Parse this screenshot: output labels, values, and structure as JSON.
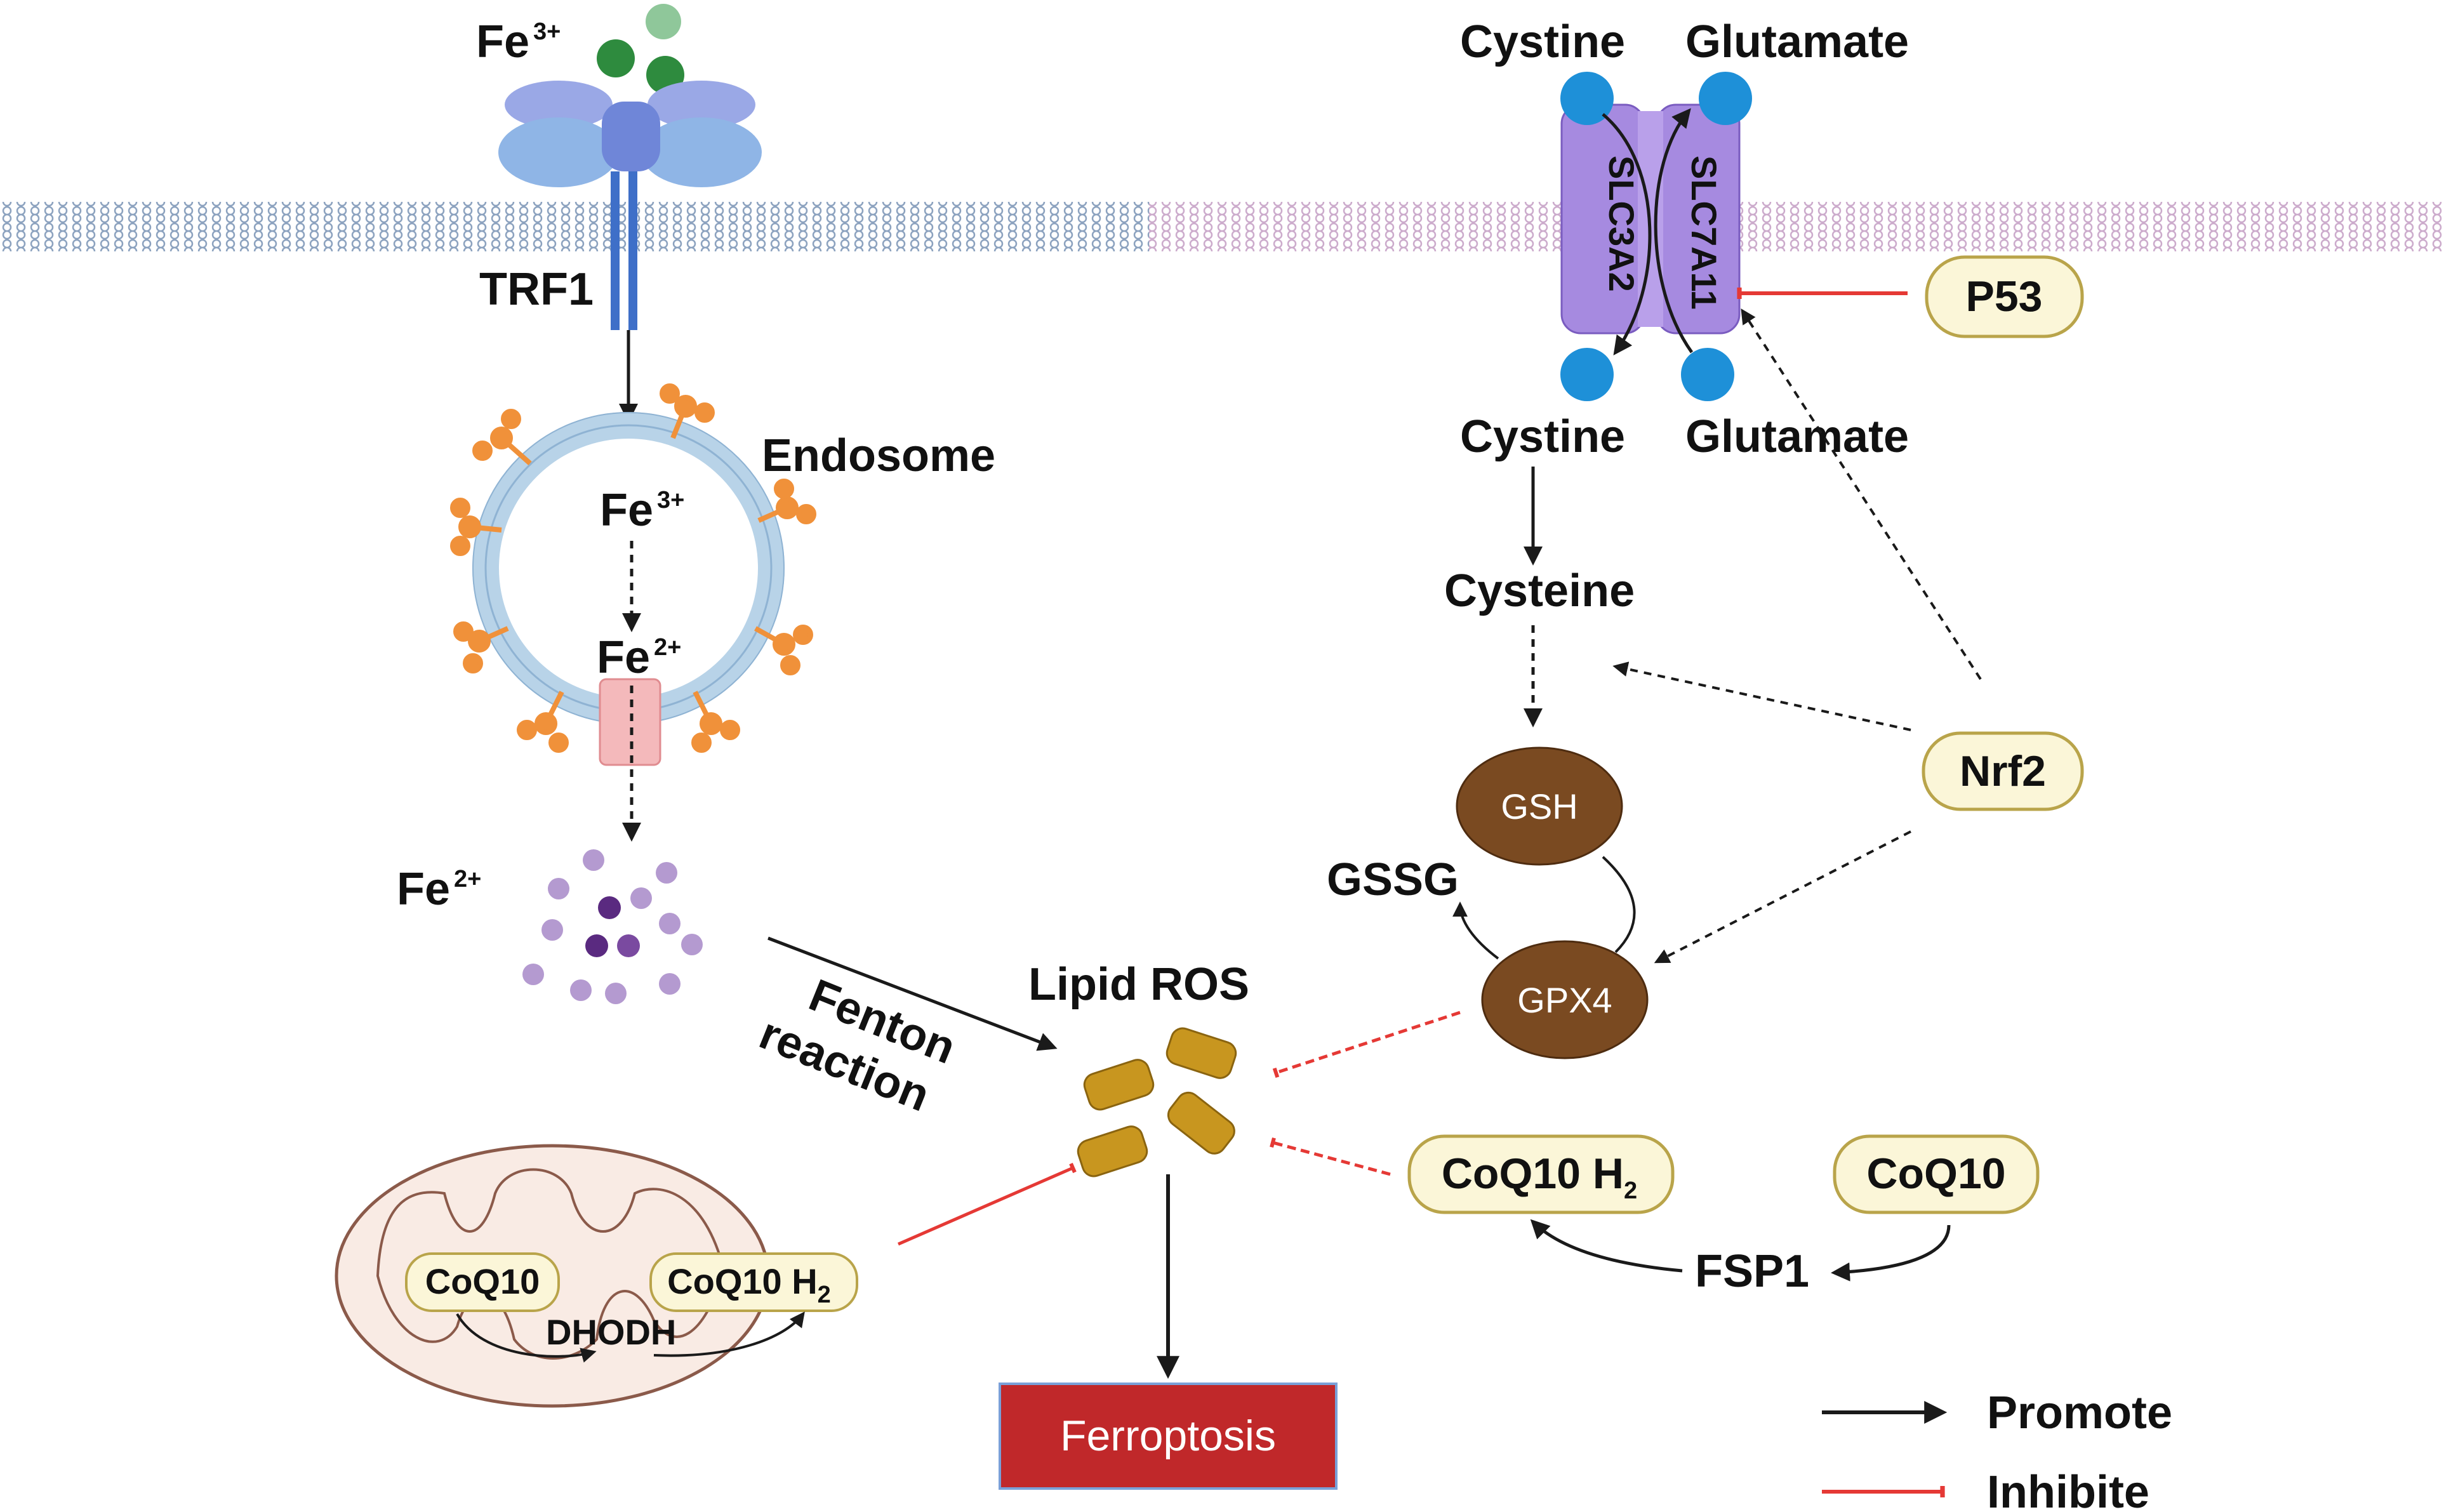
{
  "labels": {
    "fe3_top": "Fe",
    "fe3_top_sup": "3+",
    "trf1": "TRF1",
    "endosome": "Endosome",
    "fe3_endo": "Fe",
    "fe3_endo_sup": "3+",
    "fe2_endo": "Fe",
    "fe2_endo_sup": "2+",
    "fe2_pool": "Fe",
    "fe2_pool_sup": "2+",
    "fenton_1": "Fenton",
    "fenton_2": "reaction",
    "lipid_ros": "Lipid ROS",
    "cystine_top": "Cystine",
    "glutamate_top": "Glutamate",
    "cystine_bottom": "Cystine",
    "glutamate_bottom": "Glutamate",
    "slc3a2": "SLC3A2",
    "slc7a11": "SLC7A11",
    "cysteine": "Cysteine",
    "gsh": "GSH",
    "gssg": "GSSG",
    "gpx4": "GPX4",
    "p53": "P53",
    "nrf2": "Nrf2",
    "coq10h2_pill": "CoQ10 H",
    "coq10h2_pill_sub": "2",
    "coq10_pill": "CoQ10",
    "fsp1": "FSP1",
    "mito_coq10": "CoQ10",
    "mito_coq10h2": "CoQ10 H",
    "mito_coq10h2_sub": "2",
    "dhodh": "DHODH",
    "ferroptosis": "Ferroptosis"
  },
  "legend": {
    "promote": "Promote",
    "inhibite": "Inhibite"
  },
  "colors": {
    "promote_arrow": "#1a1a1a",
    "inhibit_arrow": "#e53935",
    "membrane_left": "#7f98b8",
    "membrane_right": "#c6a2c6",
    "pill_fill": "#fbf6d8",
    "pill_stroke": "#b9a44a",
    "enzyme_fill": "#7a4a21",
    "ros_fill": "#c8961f",
    "ferroptosis_fill": "#c0282a",
    "transporter_fill": "#a68ae0",
    "receptor_fill": "#8fb5e6",
    "iron_fe3": "#2e8b3e",
    "iron_fe2": "#7a4aa0",
    "endosome_spike": "#f0913a",
    "mito_fill": "#f9ebe4",
    "mito_stroke": "#8b5a4a"
  }
}
